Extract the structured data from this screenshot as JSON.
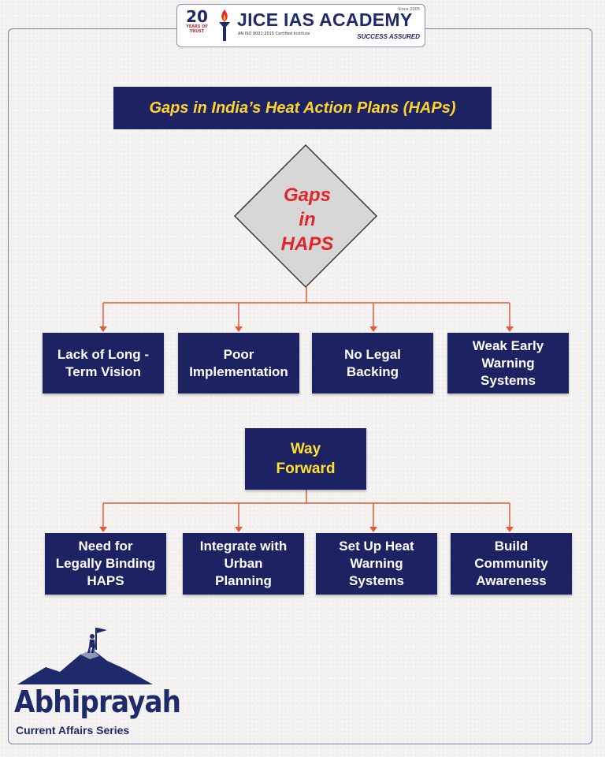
{
  "logo": {
    "years": "20",
    "years_text": "YEARS OF TRUST",
    "name": "JICE IAS ACADEMY",
    "since": "Since 2005",
    "iso": "AN ISO 9001:2015 Certified Institute",
    "tagline": "SUCCESS ASSURED"
  },
  "title": "Gaps in India’s Heat Action Plans (HAPs)",
  "diamond": {
    "lines": [
      "Gaps",
      "in",
      "HAPS"
    ]
  },
  "gaps": [
    "Lack of Long -Term Vision",
    "Poor Implementation",
    "No Legal Backing",
    "Weak Early Warning Systems"
  ],
  "way_forward": "Way Forward",
  "actions": [
    "Need for Legally Binding HAPS",
    "Integrate with Urban Planning",
    "Set Up Heat Warning Systems",
    "Build Community Awareness"
  ],
  "brand": {
    "word": "Abhiprayah",
    "subtitle": "Current Affairs Series"
  },
  "colors": {
    "navy": "#1d2263",
    "title_text": "#ffd42a",
    "diamond_text": "#e2252b",
    "connector": "#e25b3a"
  }
}
